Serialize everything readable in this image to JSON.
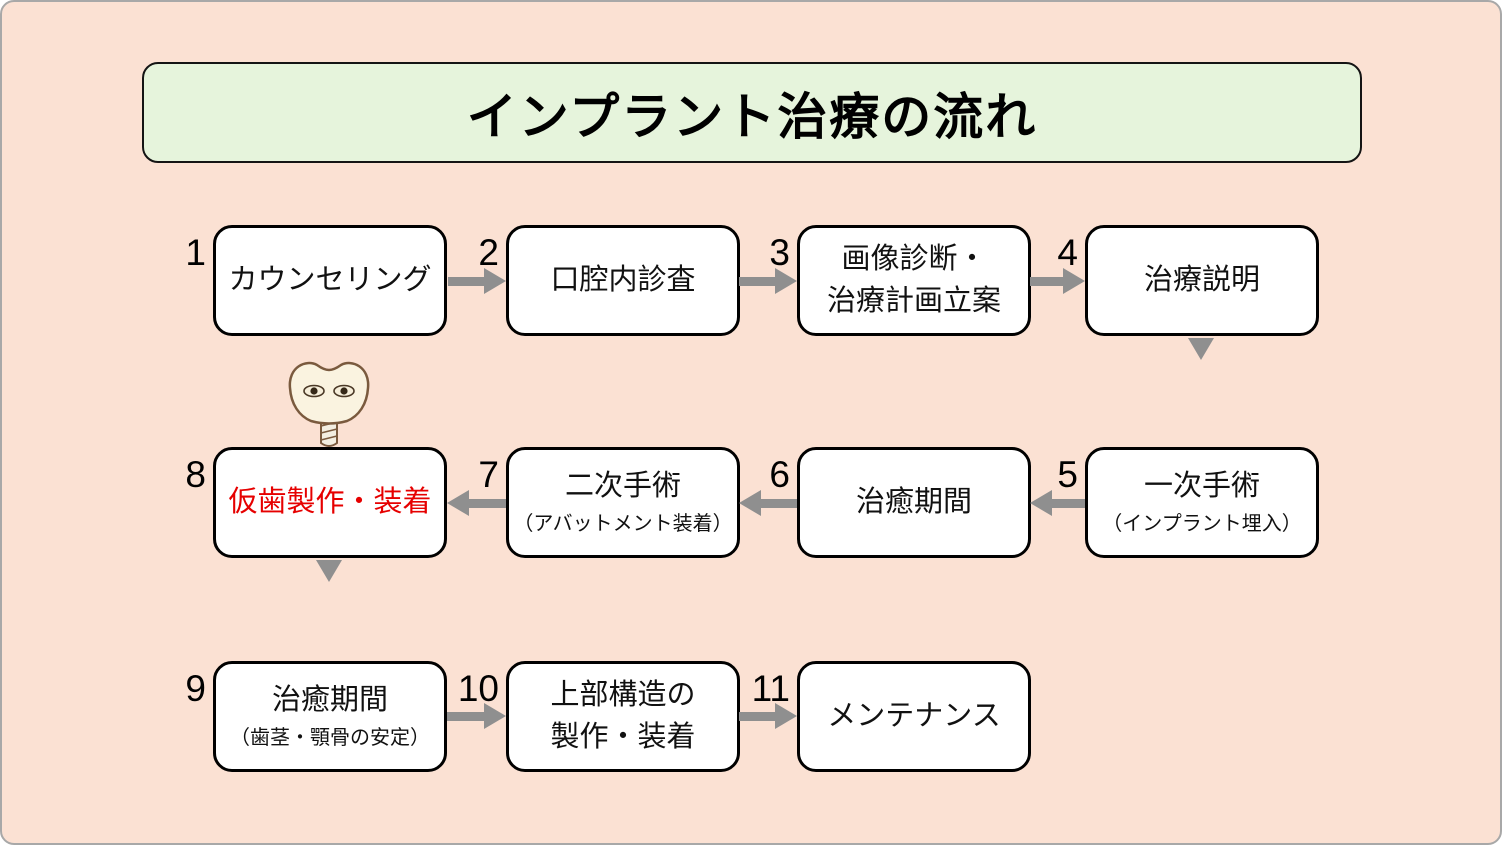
{
  "title": {
    "text": "インプラント治療の流れ"
  },
  "steps": [
    {
      "num": "1",
      "label": "カウンセリング"
    },
    {
      "num": "2",
      "label": "口腔内診査"
    },
    {
      "num": "3",
      "label": "画像診断・",
      "label2": "治療計画立案"
    },
    {
      "num": "4",
      "label": "治療説明"
    },
    {
      "num": "5",
      "label": "一次手術",
      "sub": "（インプラント埋入）"
    },
    {
      "num": "6",
      "label": "治癒期間"
    },
    {
      "num": "7",
      "label": "二次手術",
      "sub": "（アバットメント装着）"
    },
    {
      "num": "8",
      "label": "仮歯製作・装着"
    },
    {
      "num": "9",
      "label": "治癒期間",
      "sub": "（歯茎・顎骨の安定）"
    },
    {
      "num": "10",
      "label": "上部構造の",
      "label2": "製作・装着"
    },
    {
      "num": "11",
      "label": "メンテナンス"
    }
  ],
  "icons": {
    "tooth": "tooth-implant-character"
  },
  "colors": {
    "background": "#fbe1d3",
    "title_background": "#e6f4dc",
    "box_background": "#ffffff",
    "box_border": "#000000",
    "arrow": "#8f8f8f",
    "highlight_text": "#e60000",
    "tooth_fill": "#faf3e0",
    "tooth_outline": "#7a5a3e"
  }
}
